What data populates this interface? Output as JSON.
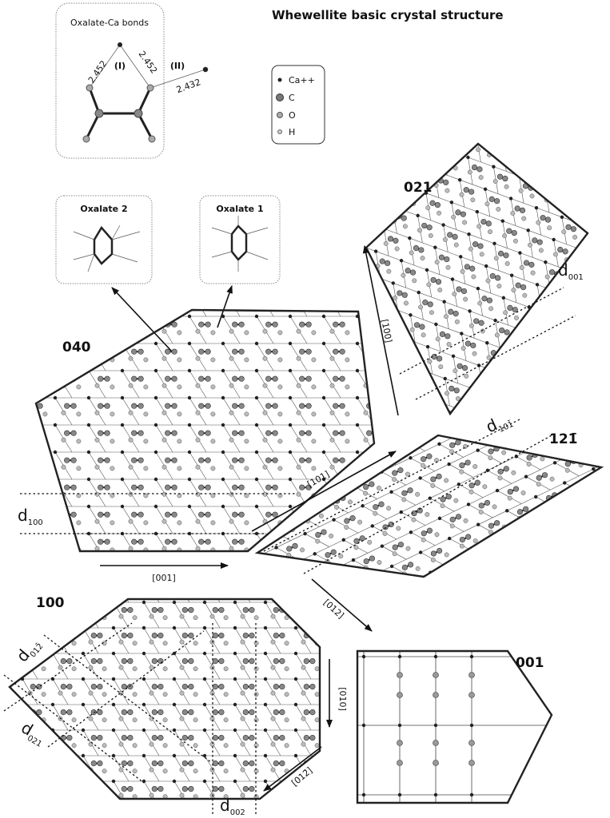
{
  "title": "Whewellite basic crystal structure",
  "bond_inset": {
    "title": "Oxalate-Ca bonds",
    "bond_left": "2.452",
    "bond_right": "2.452",
    "bond_far": "2.432",
    "site_1": "(I)",
    "site_2": "(II)"
  },
  "legend": {
    "items": [
      {
        "label": "Ca++",
        "color": "#222222"
      },
      {
        "label": "C",
        "color": "#777777"
      },
      {
        "label": "O",
        "color": "#aaaaaa"
      },
      {
        "label": "H",
        "color": "#c8c8c8"
      }
    ]
  },
  "oxalates": {
    "oxalate_2": "Oxalate 2",
    "oxalate_1": "Oxalate 1"
  },
  "faces": {
    "f040": "040",
    "f021": "021",
    "f121": "121̄",
    "f100": "100",
    "f001": "001"
  },
  "directions": {
    "d001": "[001]",
    "d100": "[100]",
    "d101": "[101]",
    "d012": "[012]",
    "d010": "[010]",
    "d012bar": "[012̄]"
  },
  "spacings": {
    "s100": {
      "d": "d",
      "sub": "100"
    },
    "s001": {
      "d": "d",
      "sub": "001"
    },
    "s101": {
      "d": "d",
      "sub": "101̄"
    },
    "s012": {
      "d": "d",
      "sub": "012̄"
    },
    "s021": {
      "d": "d",
      "sub": "021"
    },
    "s002": {
      "d": "d",
      "sub": "002"
    }
  }
}
